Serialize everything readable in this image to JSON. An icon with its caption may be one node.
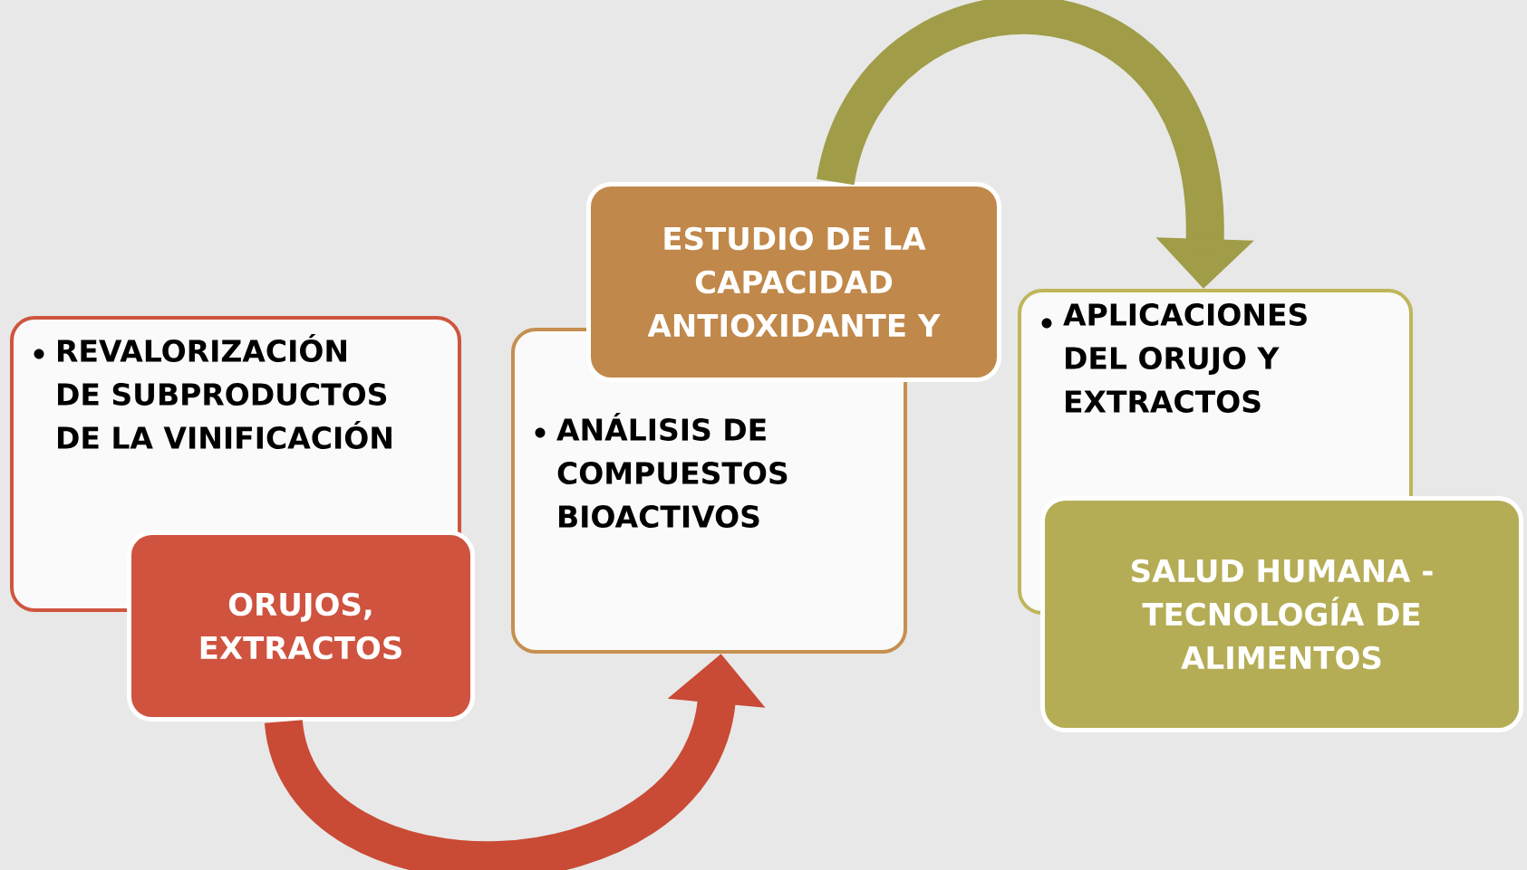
{
  "diagram": {
    "nodes": [
      {
        "text": [
          "REVALORIZACIÓN DE SUBPRODUCTOS DE LA VINIFICACIÓN"
        ]
      },
      {
        "text": [
          "ORUJOS, EXTRACTOS"
        ]
      },
      {
        "text": [
          "ANÁLISIS DE COMPUESTOS BIOACTIVOS"
        ]
      },
      {
        "text": [
          "ESTUDIO DE LA CAPACIDAD ANTIOXIDANTE Y"
        ]
      },
      {
        "text": [
          "APLICACIONES DEL ORUJO Y EXTRACTOS"
        ]
      },
      {
        "text": [
          "SALUD HUMANA - TECNOLOGÍA DE ALIMENTOS"
        ]
      }
    ],
    "edges": [
      {
        "from": 1,
        "to": 2,
        "arrow": "to",
        "color": "#c94a35"
      },
      {
        "from": 3,
        "to": 4,
        "arrow": "to",
        "color": "#a09c48"
      }
    ]
  }
}
